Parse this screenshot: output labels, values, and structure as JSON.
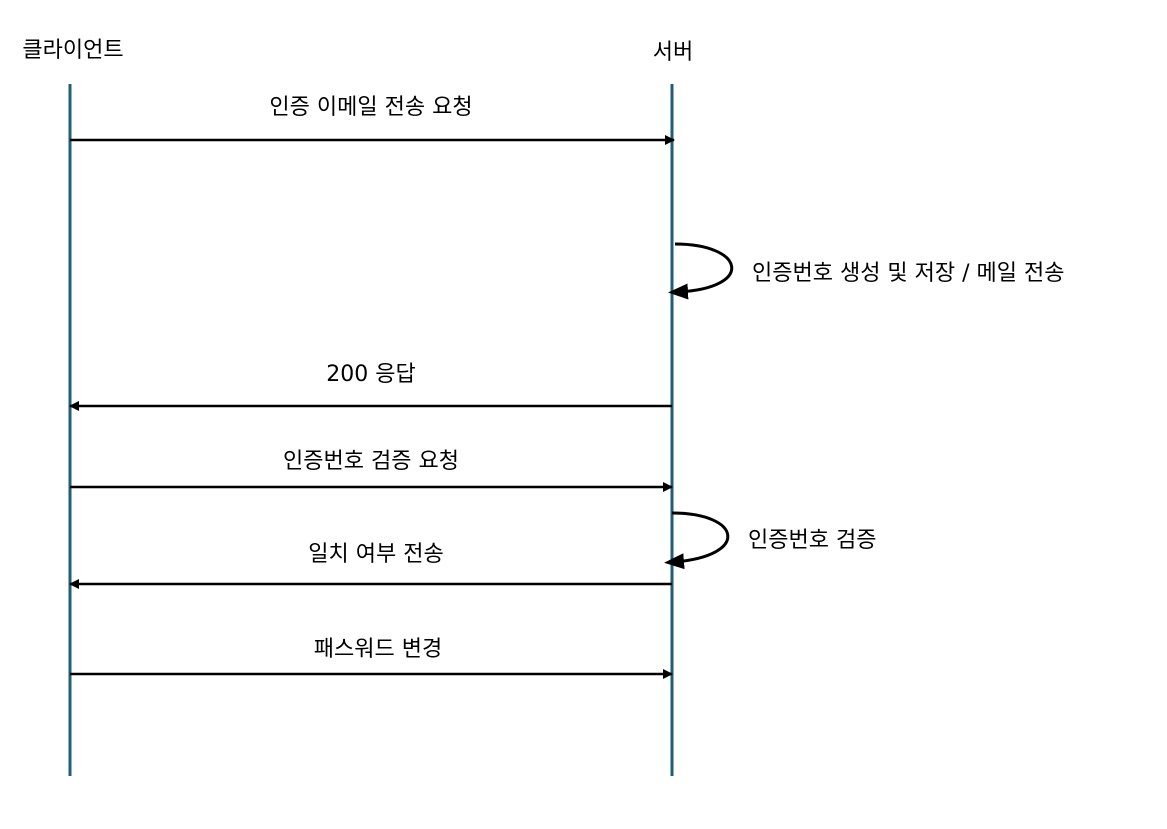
{
  "colors": {
    "lifeline": "#1f5f7a",
    "arrow": "#000000",
    "text": "#000000",
    "background": "#ffffff"
  },
  "participants": {
    "client": "클라이언트",
    "server": "서버"
  },
  "messages": [
    {
      "label": "인증 이메일 전송 요청",
      "from": "client",
      "to": "server"
    },
    {
      "label": "인증번호 생성 및 저장 / 메일 전송",
      "from": "server",
      "to": "server"
    },
    {
      "label": "200 응답",
      "from": "server",
      "to": "client"
    },
    {
      "label": "인증번호 검증 요청",
      "from": "client",
      "to": "server"
    },
    {
      "label": "인증번호 검증",
      "from": "server",
      "to": "server"
    },
    {
      "label": "일치 여부 전송",
      "from": "server",
      "to": "client"
    },
    {
      "label": "패스워드 변경",
      "from": "client",
      "to": "server"
    }
  ]
}
